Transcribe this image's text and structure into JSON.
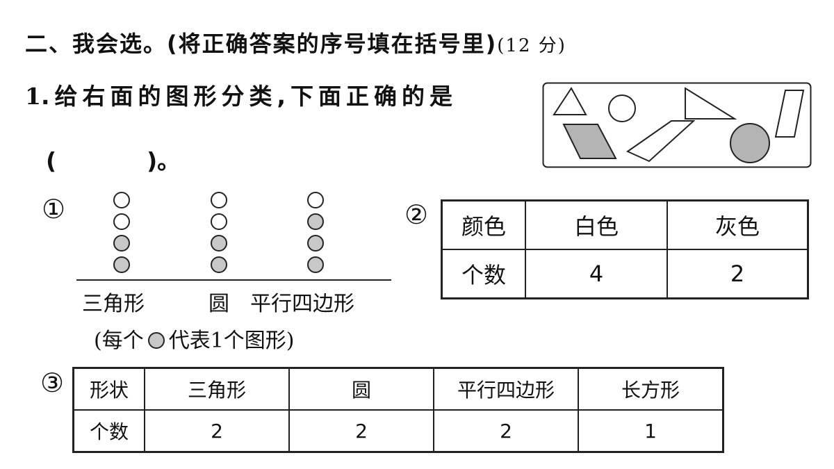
{
  "section": {
    "title": "二、我会选。(将正确答案的序号填在括号里)",
    "points": "(12 分)"
  },
  "question": {
    "number": "1",
    "text": ".给右面的图形分类,下面正确的是",
    "answer_open": "(",
    "answer_close": ")。"
  },
  "shape_set": {
    "items": [
      {
        "shape": "triangle",
        "fill": "white"
      },
      {
        "shape": "circle",
        "fill": "white"
      },
      {
        "shape": "triangle",
        "fill": "white"
      },
      {
        "shape": "parallelogram",
        "fill": "white"
      },
      {
        "shape": "parallelogram",
        "fill": "gray"
      },
      {
        "shape": "parallelogram",
        "fill": "white"
      },
      {
        "shape": "circle",
        "fill": "gray"
      }
    ],
    "colors": {
      "white": "#ffffff",
      "gray": "#b4b4b4"
    }
  },
  "options": {
    "opt1": {
      "marker": "①",
      "columns": [
        {
          "label": "三角形",
          "circles": [
            "white",
            "white",
            "gray",
            "gray"
          ]
        },
        {
          "label": "圆",
          "circles": [
            "white",
            "white",
            "gray",
            "gray"
          ]
        },
        {
          "label": "平行四边形",
          "circles": [
            "white",
            "gray",
            "gray",
            "gray"
          ]
        }
      ],
      "legend_open": "(每个",
      "legend_close": "代表1个图形)"
    },
    "opt2": {
      "marker": "②",
      "header": [
        "颜色",
        "白色",
        "灰色"
      ],
      "row": [
        "个数",
        "4",
        "2"
      ]
    },
    "opt3": {
      "marker": "③",
      "header": [
        "形状",
        "三角形",
        "圆",
        "平行四边形",
        "长方形"
      ],
      "row": [
        "个数",
        "2",
        "2",
        "2",
        "1"
      ]
    }
  }
}
